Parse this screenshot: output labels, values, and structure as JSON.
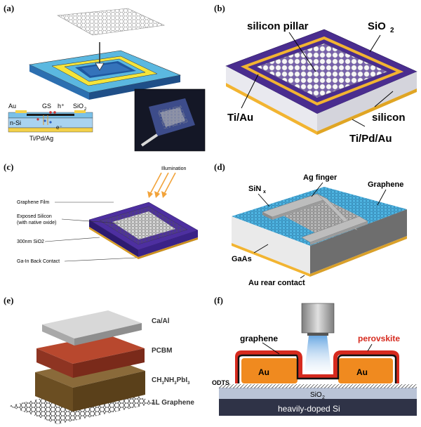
{
  "panels": {
    "a": {
      "label": "(a)",
      "annotations": {
        "au": "Au",
        "gs": "GS",
        "hplus": "h⁺",
        "sio2": "SiO",
        "sio2_sub": "2",
        "nsi": "n-Si",
        "eminus": "e⁻",
        "tipdag": "Ti/Pd/Ag"
      }
    },
    "b": {
      "label": "(b)",
      "annotations": {
        "pillar": "silicon pillar",
        "sio2": "SiO",
        "sio2_sub": "2",
        "tiau": "Ti/Au",
        "silicon": "silicon",
        "tipdau": "Ti/Pd/Au"
      }
    },
    "c": {
      "label": "(c)",
      "annotations": {
        "illum": "Illumination",
        "film": "Graphene Film",
        "exposed1": "Exposed Silicon",
        "exposed2": "(with native oxide)",
        "sio2": "300nm SiO2",
        "gain": "Ga-In Back Contact"
      }
    },
    "d": {
      "label": "(d)",
      "annotations": {
        "sinx": "SiN",
        "sinx_sub": "x",
        "agfinger": "Ag finger",
        "graphene": "Graphene",
        "gaas": "GaAs",
        "aurear": "Au rear contact"
      }
    },
    "e": {
      "label": "(e)",
      "annotations": {
        "caal": "Ca/Al",
        "pcbm": "PCBM",
        "ch1": "CH",
        "ch2": "3",
        "ch3": "NH",
        "ch4": "3",
        "ch5": "PbI",
        "ch6": "3",
        "graphene": "1L Graphene"
      }
    },
    "f": {
      "label": "(f)",
      "annotations": {
        "graphene": "graphene",
        "perovskite": "perovskite",
        "au_left": "Au",
        "au_right": "Au",
        "odts": "ODTS",
        "sio2": "SiO",
        "sio2_sub": "2",
        "si": "heavily-doped Si"
      }
    }
  },
  "colors": {
    "purple": "#4a2d8f",
    "gold": "#f2b431",
    "cyan": "#4fb6e3",
    "perovskite_red": "#d62a1e",
    "au_orange": "#f08a1f"
  }
}
